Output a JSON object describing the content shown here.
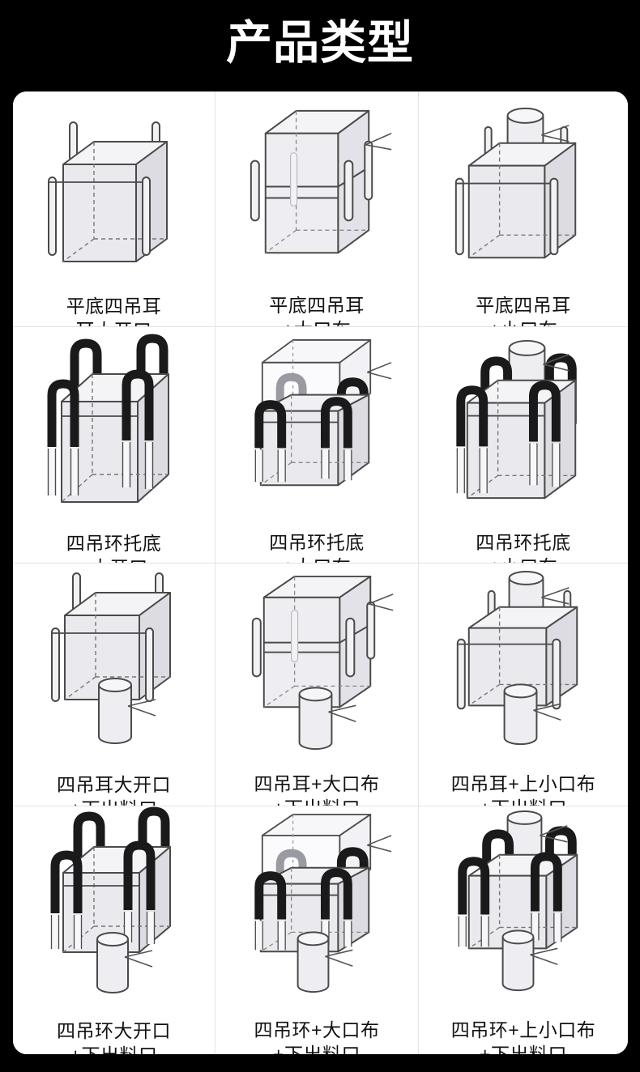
{
  "header": {
    "title": "产品类型"
  },
  "colors": {
    "page_background": "#000000",
    "panel_background": "#ffffff",
    "title_text": "#ffffff",
    "caption_text": "#111111",
    "grid_line": "#e3e3e6",
    "bag_outline": "#4a4a4a",
    "bag_face_front": "#e9e9ee",
    "bag_face_side": "#dcdce2",
    "bag_face_top": "#f4f4f7",
    "loop_strap": "#1a1a1a",
    "annotation_line": "#555555"
  },
  "grid": {
    "columns": 3,
    "rows": 4
  },
  "products": [
    {
      "index": 1,
      "caption": "平底四吊耳\n耳大开口",
      "caption_lines": [
        "平底四吊耳",
        "耳大开口"
      ],
      "icon": "bulk-bag-flat-bottom-4-loop-open-top",
      "features": {
        "loop_type": "straight-sleeve",
        "top": "open",
        "bottom": "flat",
        "spout_top": false,
        "spout_bottom": false,
        "annotation_arrow": false
      }
    },
    {
      "index": 2,
      "caption": "平底四吊耳\n+大口布",
      "caption_lines": [
        "平底四吊耳",
        "+大口布"
      ],
      "icon": "bulk-bag-flat-bottom-4-loop-full-top-cover",
      "features": {
        "loop_type": "straight-sleeve",
        "top": "full-cover",
        "bottom": "flat",
        "spout_top": false,
        "spout_bottom": false,
        "annotation_arrow": true
      }
    },
    {
      "index": 3,
      "caption": "平底四吊耳\n+小口布",
      "caption_lines": [
        "平底四吊耳",
        "+小口布"
      ],
      "icon": "bulk-bag-flat-bottom-4-loop-small-fill-spout",
      "features": {
        "loop_type": "straight-sleeve",
        "top": "fill-spout",
        "bottom": "flat",
        "spout_top": true,
        "spout_bottom": false,
        "annotation_arrow": true
      }
    },
    {
      "index": 4,
      "caption": "四吊环托底\n+大开口",
      "caption_lines": [
        "四吊环托底",
        "+大开口"
      ],
      "icon": "bulk-bag-4-ring-cross-corner-open-top",
      "features": {
        "loop_type": "u-ring",
        "top": "open",
        "bottom": "flat",
        "spout_top": false,
        "spout_bottom": false,
        "annotation_arrow": false
      }
    },
    {
      "index": 5,
      "caption": "四吊环托底\n+大口布",
      "caption_lines": [
        "四吊环托底",
        "+大口布"
      ],
      "icon": "bulk-bag-4-ring-cross-corner-full-top-cover",
      "features": {
        "loop_type": "u-ring",
        "top": "full-cover",
        "bottom": "flat",
        "spout_top": false,
        "spout_bottom": false,
        "annotation_arrow": true
      }
    },
    {
      "index": 6,
      "caption": "四吊环托底\n+小口布",
      "caption_lines": [
        "四吊环托底",
        "+小口布"
      ],
      "icon": "bulk-bag-4-ring-cross-corner-small-fill-spout",
      "features": {
        "loop_type": "u-ring",
        "top": "fill-spout",
        "bottom": "flat",
        "spout_top": true,
        "spout_bottom": false,
        "annotation_arrow": true
      }
    },
    {
      "index": 7,
      "caption": "四吊耳大开口\n+下出料口",
      "caption_lines": [
        "四吊耳大开口",
        "+下出料口"
      ],
      "icon": "bulk-bag-4-loop-open-top-discharge-spout",
      "features": {
        "loop_type": "straight-sleeve",
        "top": "open",
        "bottom": "discharge-spout",
        "spout_top": false,
        "spout_bottom": true,
        "annotation_arrow": true
      }
    },
    {
      "index": 8,
      "caption": "四吊耳+大口布\n+下出料口",
      "caption_lines": [
        "四吊耳+大口布",
        "+下出料口"
      ],
      "icon": "bulk-bag-4-loop-full-top-cover-discharge-spout",
      "features": {
        "loop_type": "straight-sleeve",
        "top": "full-cover",
        "bottom": "discharge-spout",
        "spout_top": false,
        "spout_bottom": true,
        "annotation_arrow": true
      }
    },
    {
      "index": 9,
      "caption": "四吊耳+上小口布\n+下出料口",
      "caption_lines": [
        "四吊耳+上小口布",
        "+下出料口"
      ],
      "icon": "bulk-bag-4-loop-fill-spout-discharge-spout",
      "features": {
        "loop_type": "straight-sleeve",
        "top": "fill-spout",
        "bottom": "discharge-spout",
        "spout_top": true,
        "spout_bottom": true,
        "annotation_arrow": true
      }
    },
    {
      "index": 10,
      "caption": "四吊环大开口\n+下出料口",
      "caption_lines": [
        "四吊环大开口",
        "+下出料口"
      ],
      "icon": "bulk-bag-4-ring-open-top-discharge-spout",
      "features": {
        "loop_type": "u-ring",
        "top": "open",
        "bottom": "discharge-spout",
        "spout_top": false,
        "spout_bottom": true,
        "annotation_arrow": true
      }
    },
    {
      "index": 11,
      "caption": "四吊环+大口布\n+下出料口",
      "caption_lines": [
        "四吊环+大口布",
        "+下出料口"
      ],
      "icon": "bulk-bag-4-ring-full-top-cover-discharge-spout",
      "features": {
        "loop_type": "u-ring",
        "top": "full-cover",
        "bottom": "discharge-spout",
        "spout_top": false,
        "spout_bottom": true,
        "annotation_arrow": true
      }
    },
    {
      "index": 12,
      "caption": "四吊环+上小口布\n+下出料口",
      "caption_lines": [
        "四吊环+上小口布",
        "+下出料口"
      ],
      "icon": "bulk-bag-4-ring-fill-spout-discharge-spout",
      "features": {
        "loop_type": "u-ring",
        "top": "fill-spout",
        "bottom": "discharge-spout",
        "spout_top": true,
        "spout_bottom": true,
        "annotation_arrow": true
      }
    }
  ]
}
